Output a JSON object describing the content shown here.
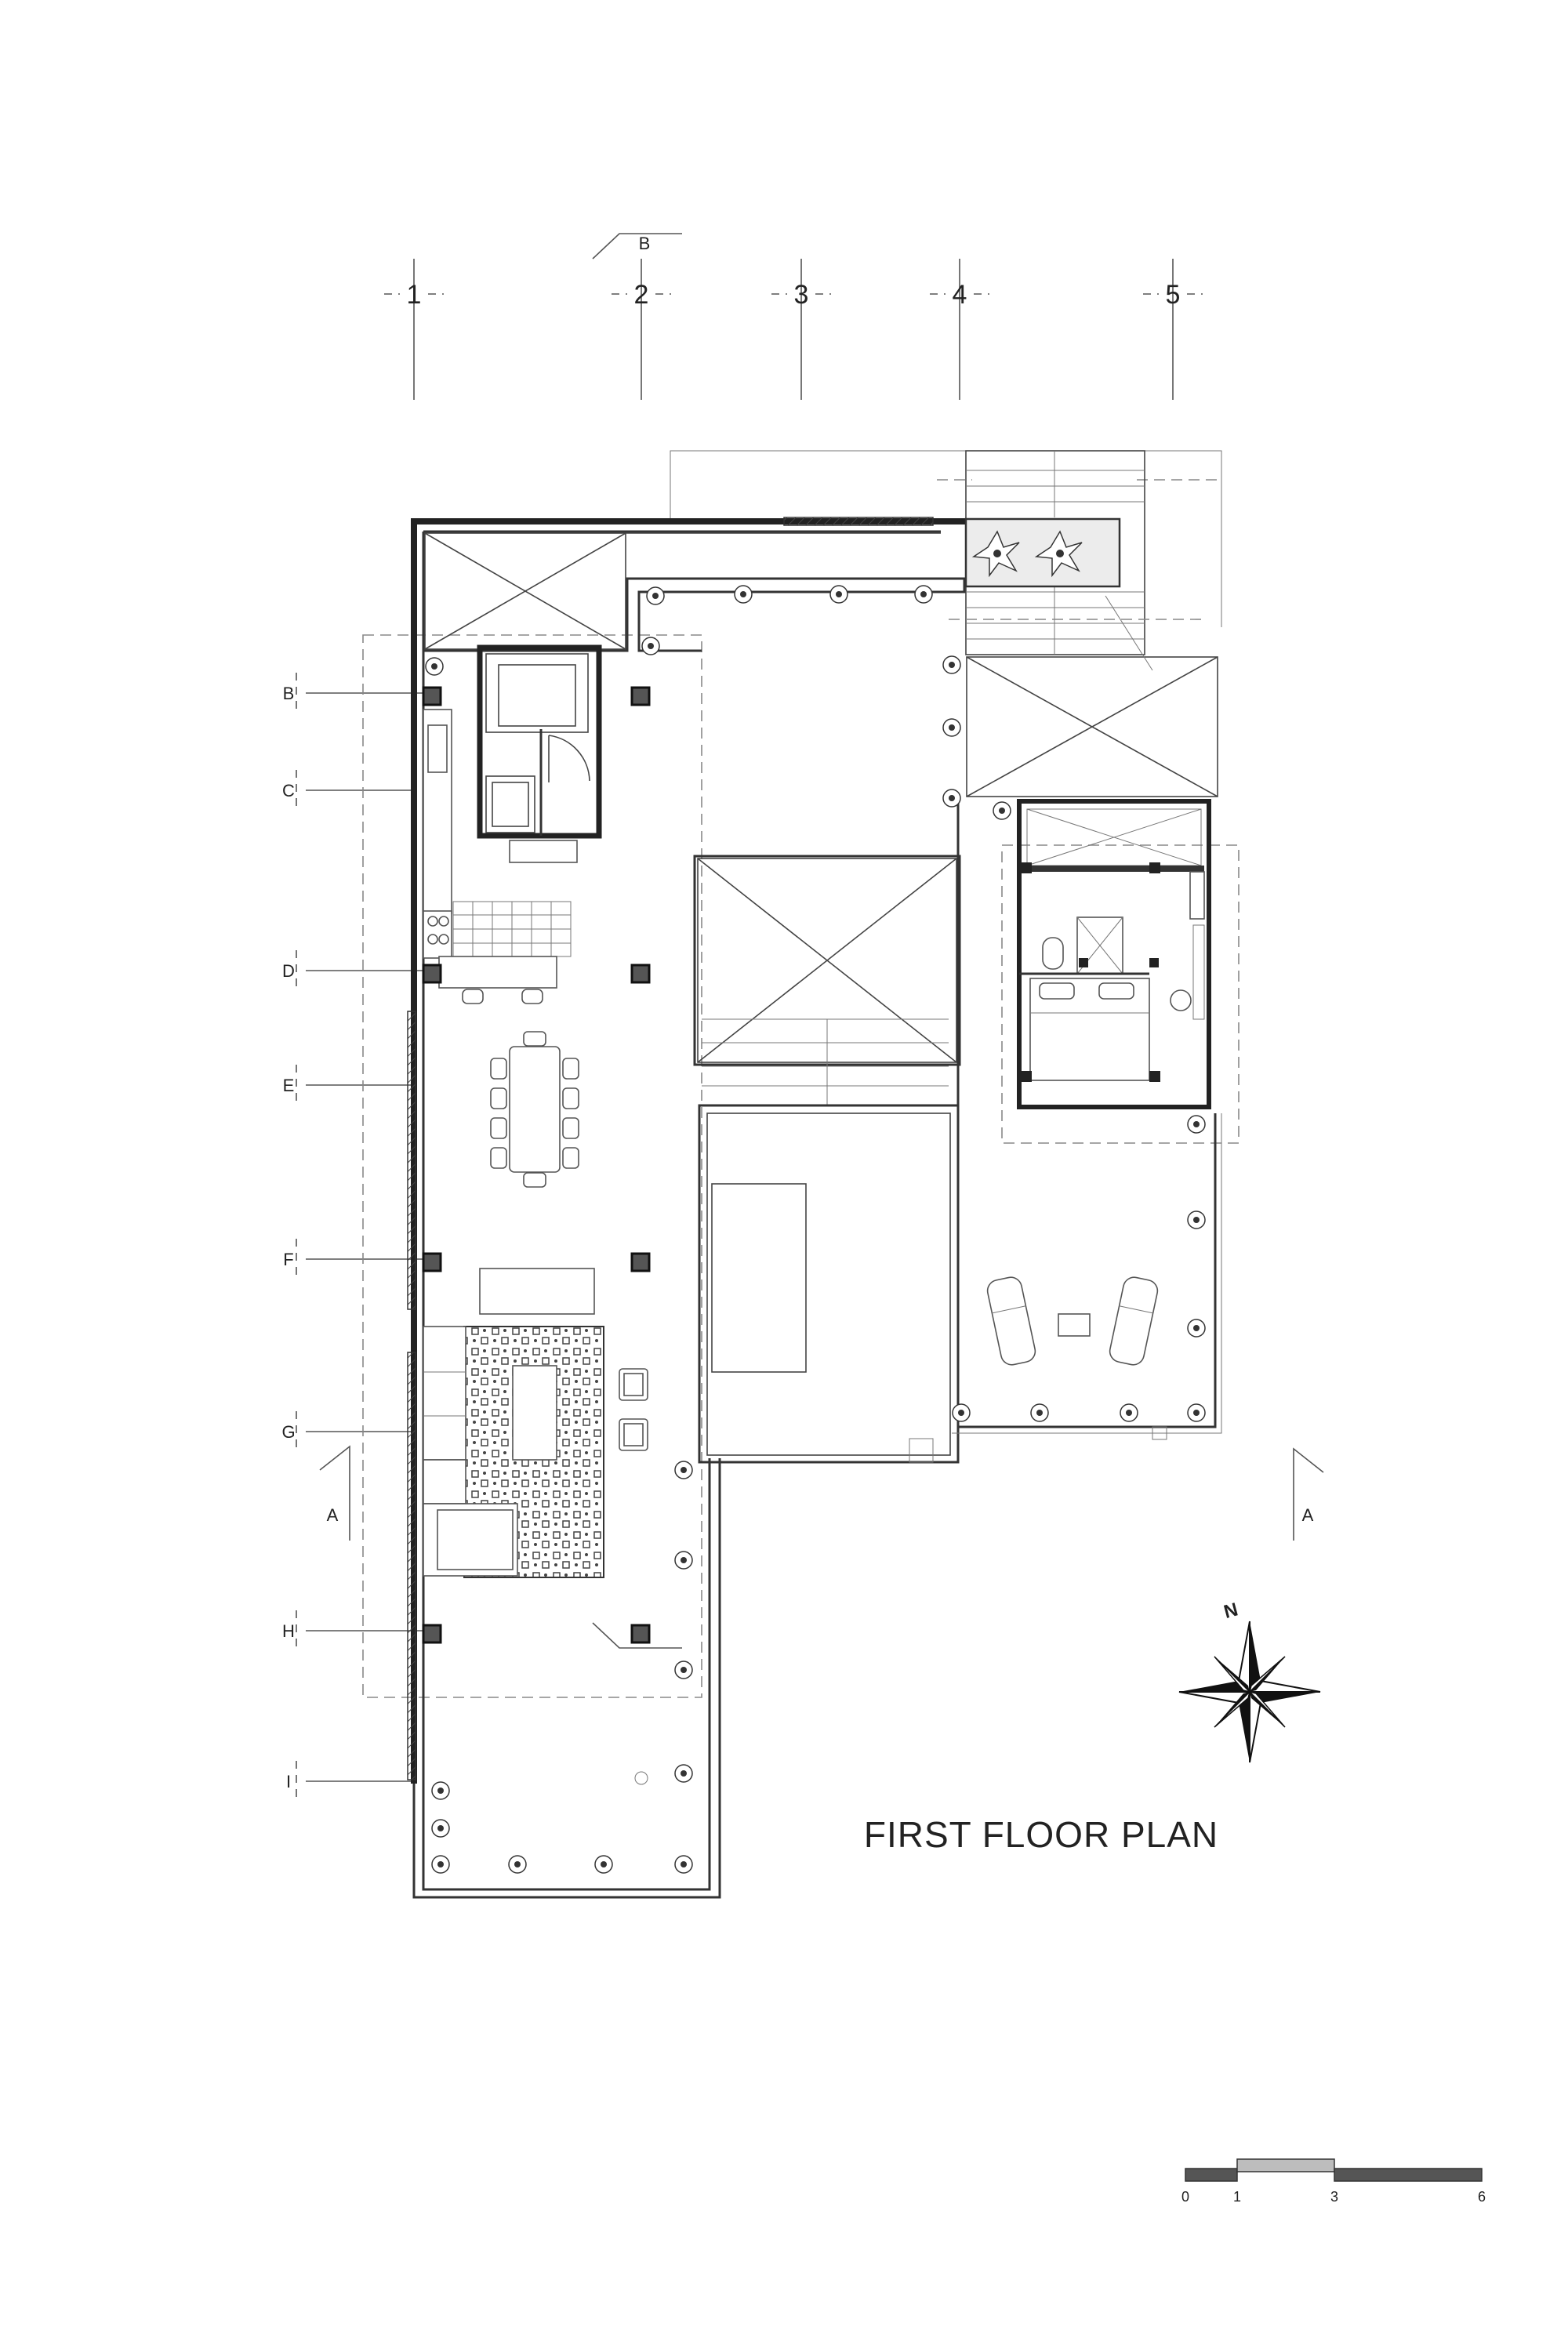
{
  "title": "FIRST FLOOR PLAN",
  "grid_columns": [
    "1",
    "2",
    "3",
    "4",
    "5"
  ],
  "grid_rows": [
    "B",
    "C",
    "D",
    "E",
    "F",
    "G",
    "H",
    "I"
  ],
  "section_marks": {
    "top": "B",
    "bottom": "B",
    "left": "A",
    "right": "A"
  },
  "north_label": "N",
  "scale_bar": {
    "labels": [
      "0",
      "1",
      "3",
      "6"
    ]
  },
  "icons": {
    "compass": "north-arrow-icon",
    "plant": "planter-icon",
    "column": "column-icon"
  }
}
